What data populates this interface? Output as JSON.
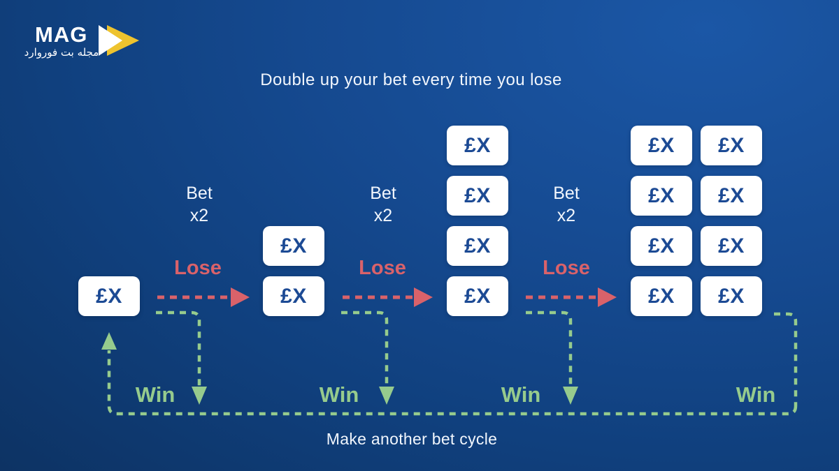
{
  "logo": {
    "text": "MAG",
    "subtitle": "مجله بت فوروارد",
    "arrow_icon": "forward-double-play"
  },
  "diagram": {
    "title": "Double up your bet every time you lose",
    "caption": "Make another bet cycle",
    "box_label": "£X",
    "bet_step": {
      "line1": "Bet",
      "line2": "x2"
    },
    "lose_label": "Lose",
    "win_label": "Win",
    "flow": {
      "box_counts_per_stage": [
        1,
        2,
        4,
        8
      ],
      "lose_transitions": 3,
      "win_paths": 4
    },
    "colors": {
      "background_top_right": "#1b57a6",
      "background_bottom_left": "#0c2e5a",
      "box_background": "#ffffff",
      "box_text": "#1c4a94",
      "lose_red": "#d9626a",
      "win_green": "#96cb8d",
      "text_white": "#f1f6fd",
      "logo_yellow": "#eec32e"
    }
  }
}
